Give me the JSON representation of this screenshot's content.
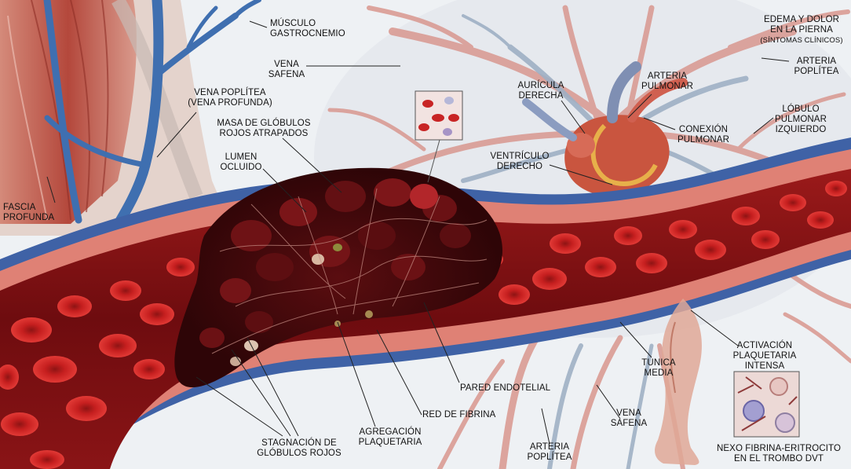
{
  "labels": {
    "musculo": "MÚSCULO\nGASTROCNEMIO",
    "edema": "EDEMA Y DOLOR\nEN LA PIERNA",
    "edema_sub": "(SÍNTOMAS CLÍNICOS)",
    "vena_safena_top": "VENA\nSAFENA",
    "arteria_poplitea_top": "ARTERIA\nPOPLÍTEA",
    "vena_poplitea": "VENA POPLÍTEA\n(VENA PROFUNDA)",
    "auricula": "AURÍCULA\nDERECHA",
    "arteria_pulmonar": "ARTERIA\nPULMONAR",
    "lobulo": "LÓBULO\nPULMONAR\nIZQUIERDO",
    "masa": "MASA DE GLÓBULOS\nROJOS ATRAPADOS",
    "conexion": "CONEXIÓN\nPULMONAR",
    "lumen": "LUMEN\nOCLUIDO",
    "ventriculo": "VENTRÍCULO\nDERECHO",
    "fascia": "FASCIA\nPROFUNDA",
    "activacion": "ACTIVACIÓN\nPLAQUETARIA\nINTENSA",
    "tunica": "TUNICA\nMEDIA",
    "pared": "PARED ENDOTELIAL",
    "red": "RED DE FIBRINA",
    "agregacion": "AGREGACIÓN\nPLAQUETARIA",
    "vena_safena_bottom": "VENA\nSAFENA",
    "stagnacion": "STAGNACIÓN DE\nGLÓBULOS ROJOS",
    "arteria_poplitea_bottom": "ARTERIA\nPOPLÍTEA",
    "nexo": "NEXO FIBRINA-ERITROCITO\nEN EL TROMBO DVT"
  },
  "colors": {
    "vein_blue": "#3f6fb0",
    "artery_red": "#c8453c",
    "vessel_wall": "#d9776c",
    "lumen": "#7a0f12",
    "rbc": "#d42a2a",
    "clot": "#4a0c0e",
    "muscle": "#b9574a",
    "background": "#eef1f4"
  }
}
